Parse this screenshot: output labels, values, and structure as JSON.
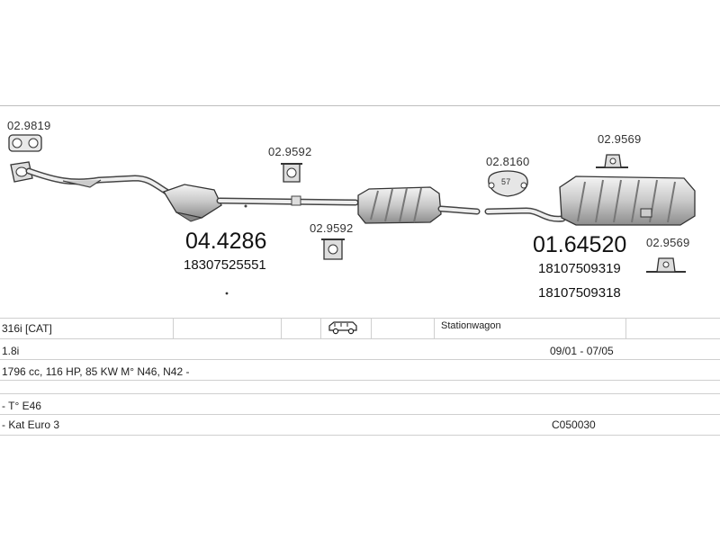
{
  "parts": {
    "front_clamp": "02.9819",
    "hanger_mid_top": "02.9592",
    "hanger_mid_bottom": "02.9592",
    "ring_gasket": "02.8160",
    "gasket_size": "57",
    "hanger_rear_top": "02.9569",
    "hanger_rear_bottom": "02.9569",
    "front_silencer_number": "04.4286",
    "front_silencer_oem": "18307525551",
    "rear_silencer_number": "01.64520",
    "rear_silencer_oem_1": "18107509319",
    "rear_silencer_oem_2": "18107509318"
  },
  "vehicle_table": {
    "model": "316i  [CAT]",
    "body_type": "Stationwagon",
    "engine": "1.8i",
    "period": "09/01 - 07/05",
    "specs": "1796 cc, 116 HP, 85 KW M° N46, N42 -",
    "chassis": "- T° E46",
    "emission": "- Kat Euro 3",
    "code": "C050030",
    "body_icon": "car-stationwagon-icon"
  }
}
